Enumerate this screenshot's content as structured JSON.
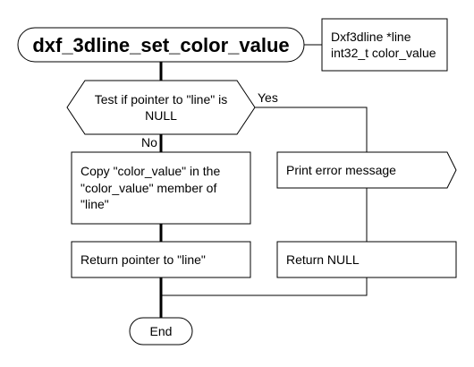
{
  "title": "dxf_3dline_set_color_value",
  "params": [
    "Dxf3dline *line",
    "int32_t color_value"
  ],
  "decision": [
    "Test if pointer to \"line\" is",
    "NULL"
  ],
  "branch_yes": "Yes",
  "branch_no": "No",
  "copy_step": [
    "Copy \"color_value\" in the",
    "\"color_value\" member of",
    "\"line\""
  ],
  "return_line": "Return pointer to \"line\"",
  "print_error": "Print error message",
  "return_null": "Return NULL",
  "end": "End"
}
